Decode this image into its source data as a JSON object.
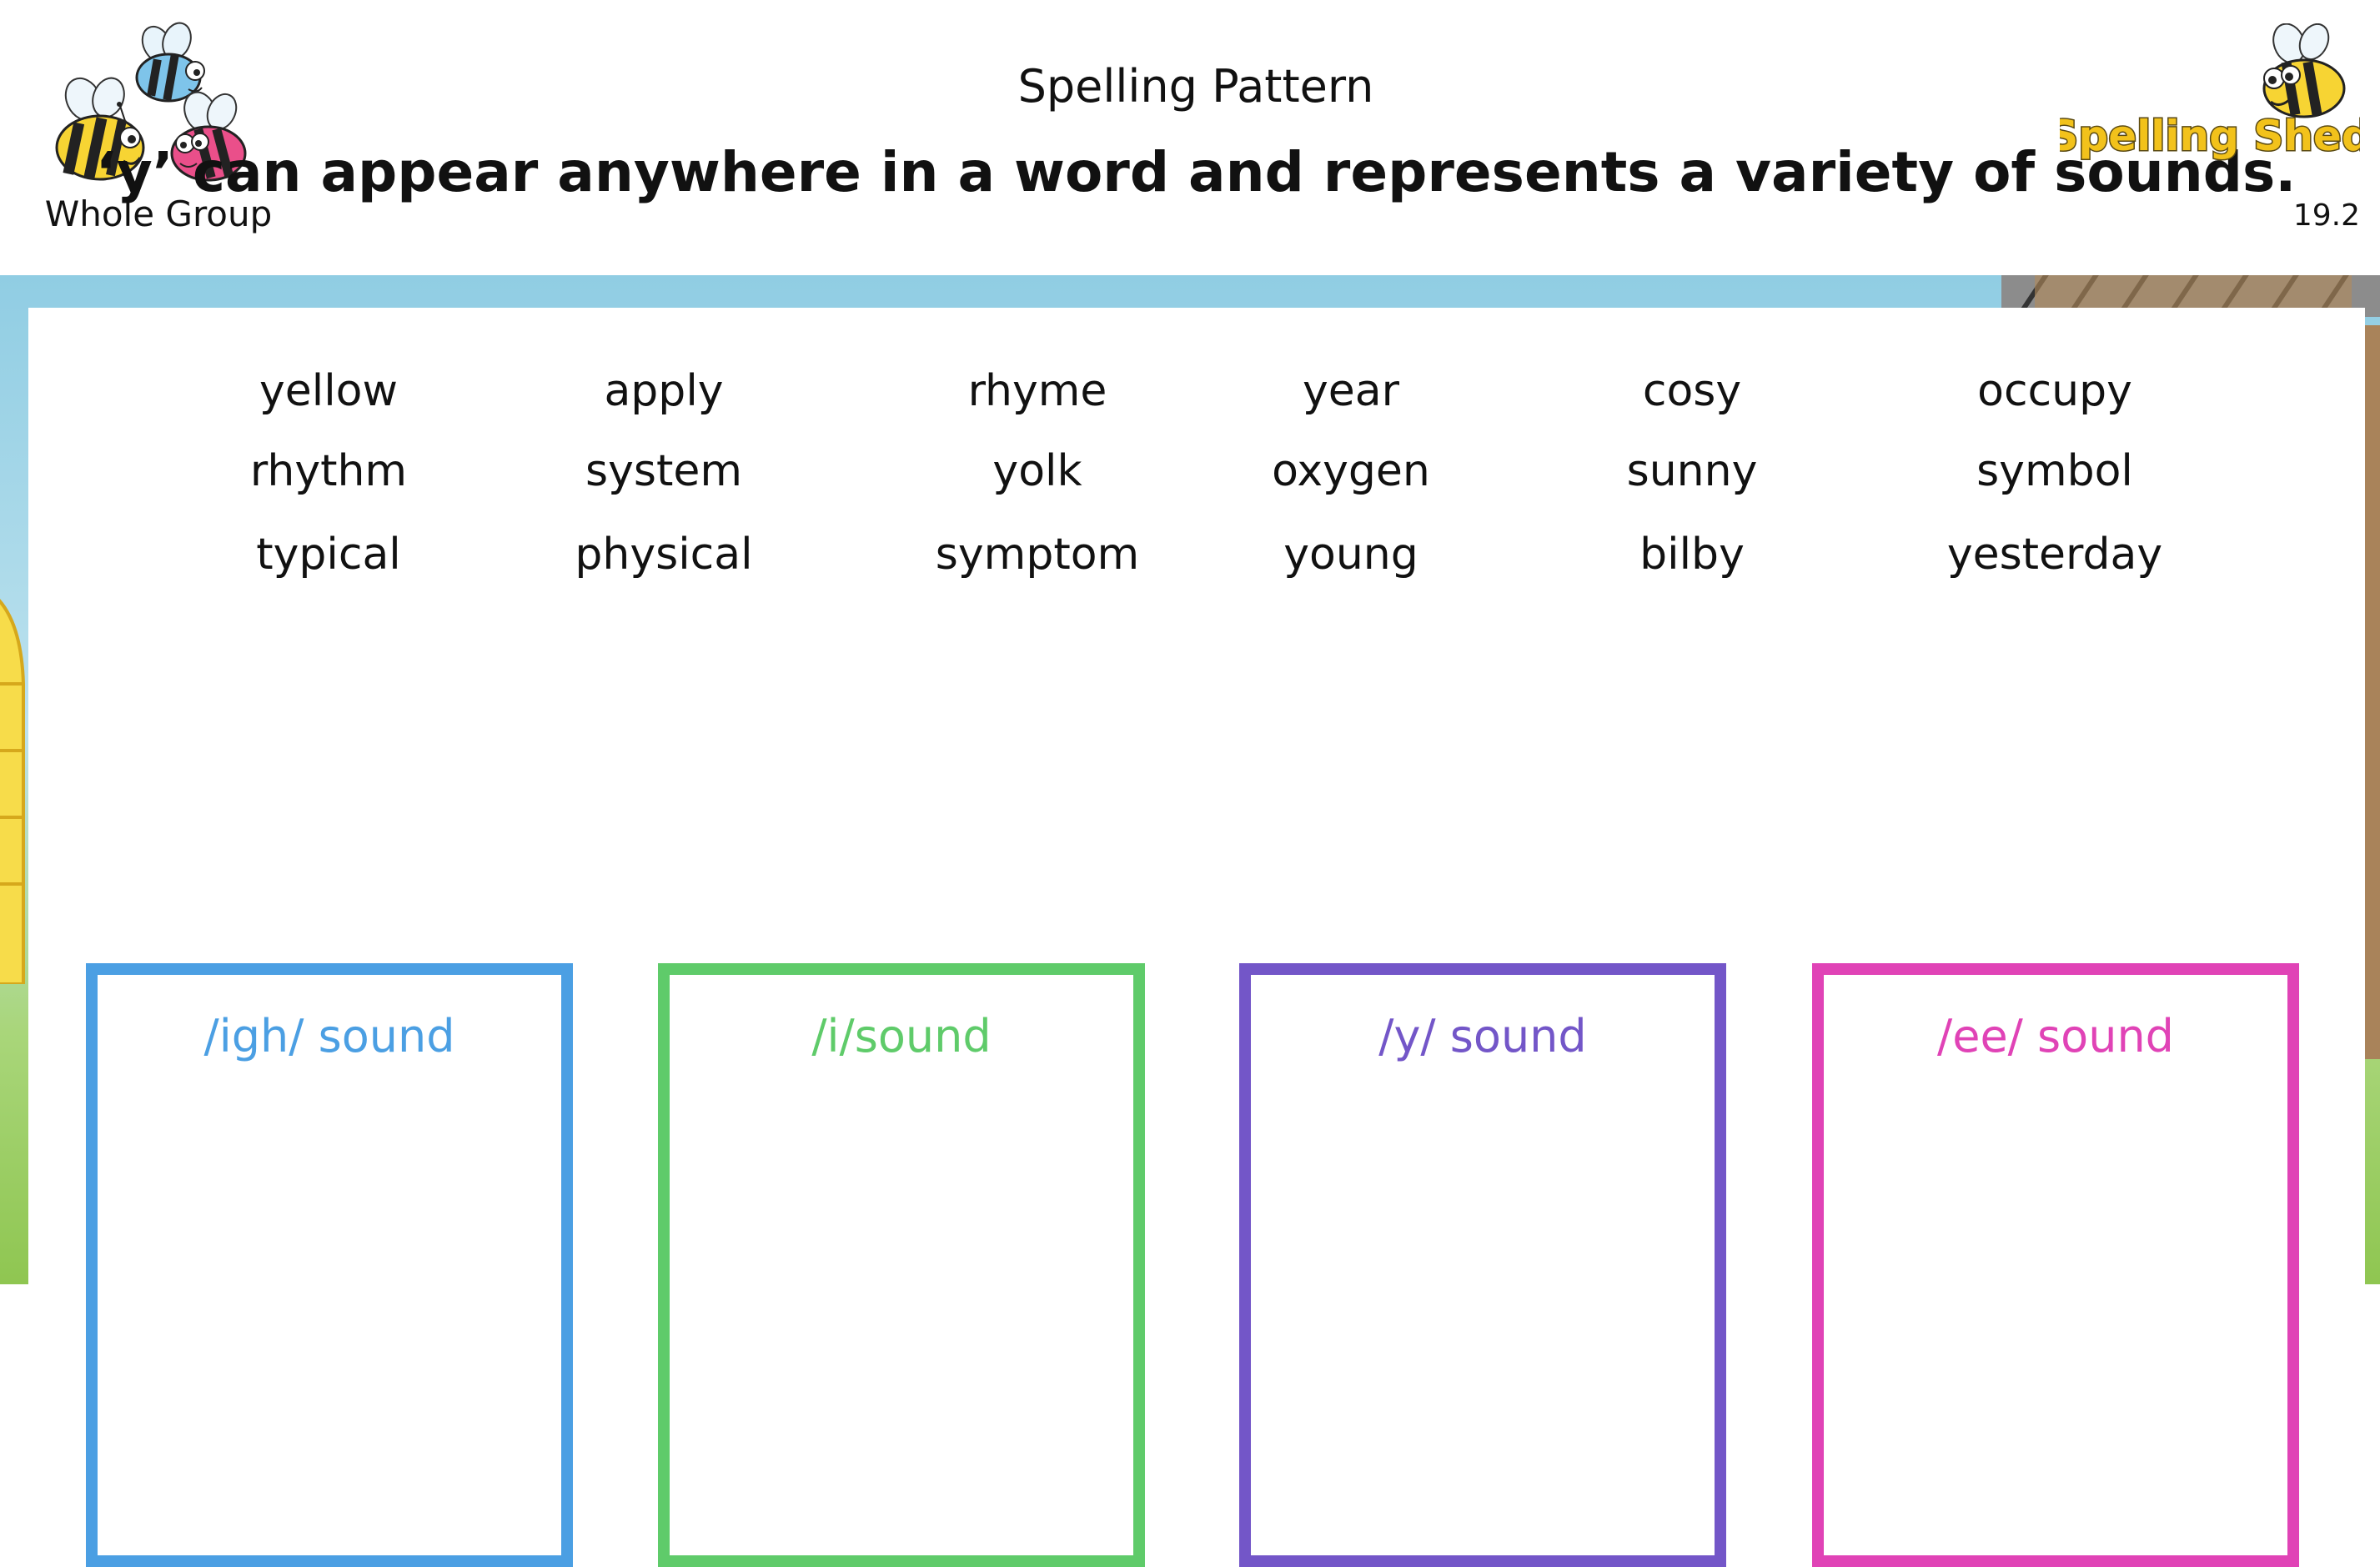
{
  "header": {
    "group_label": "Whole Group",
    "pattern_title": "Spelling Pattern",
    "pattern_text": "‘y’ can appear anywhere in a word and represents a variety of sounds.",
    "logo_text": "Spelling Shed",
    "page_code": "19.2"
  },
  "words": [
    [
      "yellow",
      "apply",
      "rhyme",
      "year",
      "cosy",
      "occupy"
    ],
    [
      "rhythm",
      "system",
      "yolk",
      "oxygen",
      "sunny",
      "symbol"
    ],
    [
      "typical",
      "physical",
      "symptom",
      "young",
      "bilby",
      "yesterday"
    ]
  ],
  "sound_boxes": [
    {
      "label": "/igh/ sound",
      "color": "#4b9fe3"
    },
    {
      "label": "/i/sound",
      "color": "#5fcb6a"
    },
    {
      "label": "/y/ sound",
      "color": "#7356c8"
    },
    {
      "label": "/ee/ sound",
      "color": "#e043b6"
    }
  ],
  "colors": {
    "logo_fill": "#f2c21b",
    "logo_outline": "#5a4a14",
    "sky": "#90cde3",
    "grass": "#8fc651"
  },
  "icons": [
    "bee-blue-icon",
    "bee-yellow-icon",
    "bee-pink-icon",
    "logo-bee-icon"
  ]
}
